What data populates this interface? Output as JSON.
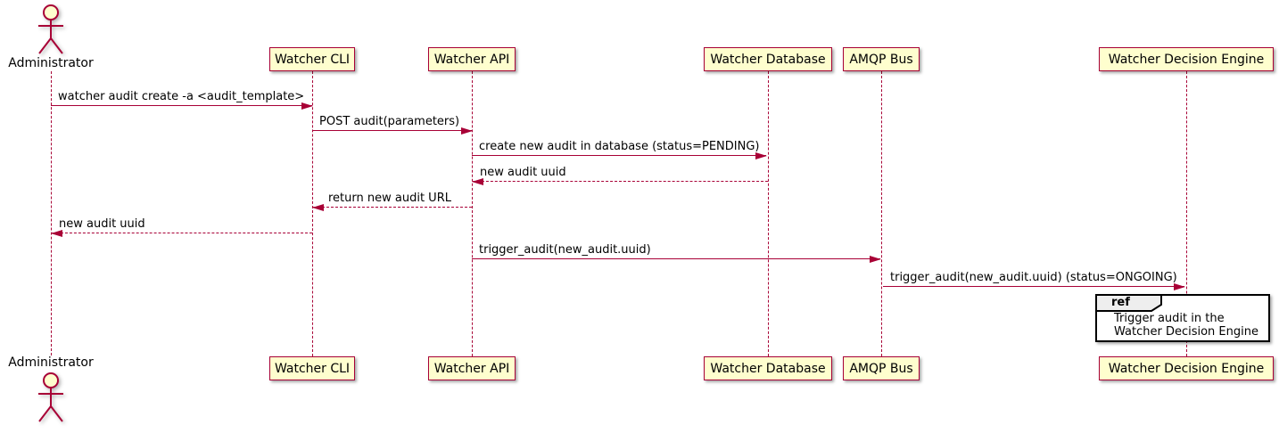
{
  "diagram": {
    "kind": "sequence-diagram",
    "actor": {
      "label": "Administrator"
    },
    "participants": [
      {
        "label": "Watcher CLI"
      },
      {
        "label": "Watcher API"
      },
      {
        "label": "Watcher Database"
      },
      {
        "label": "AMQP Bus"
      },
      {
        "label": "Watcher Decision Engine"
      }
    ],
    "messages": [
      {
        "text": "watcher audit create -a <audit_template>",
        "from": "Administrator",
        "to": "Watcher CLI",
        "line": "solid",
        "direction": "right"
      },
      {
        "text": "POST audit(parameters)",
        "from": "Watcher CLI",
        "to": "Watcher API",
        "line": "solid",
        "direction": "right"
      },
      {
        "text": "create new audit in database (status=PENDING)",
        "from": "Watcher API",
        "to": "Watcher Database",
        "line": "solid",
        "direction": "right"
      },
      {
        "text": "new audit uuid",
        "from": "Watcher Database",
        "to": "Watcher API",
        "line": "dashed",
        "direction": "left"
      },
      {
        "text": "return new audit URL",
        "from": "Watcher API",
        "to": "Watcher CLI",
        "line": "dashed",
        "direction": "left"
      },
      {
        "text": "new audit uuid",
        "from": "Watcher CLI",
        "to": "Administrator",
        "line": "dashed",
        "direction": "left"
      },
      {
        "text": "trigger_audit(new_audit.uuid)",
        "from": "Watcher API",
        "to": "AMQP Bus",
        "line": "solid",
        "direction": "right"
      },
      {
        "text": "trigger_audit(new_audit.uuid) (status=ONGOING)",
        "from": "AMQP Bus",
        "to": "Watcher Decision Engine",
        "line": "solid",
        "direction": "right"
      }
    ],
    "ref_fragment": {
      "keyword": "ref",
      "over": "Watcher Decision Engine",
      "line1": "Trigger audit in the",
      "line2": "Watcher Decision Engine"
    },
    "colors": {
      "participant_fill": "#FEFECE",
      "line_and_border": "#A80036",
      "text": "#000000",
      "ref_header_fill": "#EEEEEE",
      "ref_border": "#000000",
      "background": "#FFFFFF"
    }
  }
}
